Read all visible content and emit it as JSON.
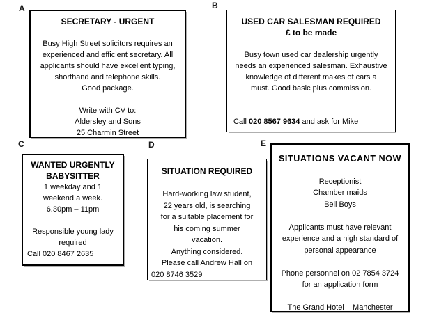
{
  "page": {
    "background": "#ffffff",
    "text_color": "#000000",
    "border_color": "#000000"
  },
  "ads": [
    {
      "label": "A",
      "title_lines": [
        "SECRETARY - URGENT"
      ],
      "lines": [
        {
          "segments": []
        },
        {
          "segments": [
            {
              "t": "Busy High Street solicitors requires an"
            }
          ]
        },
        {
          "segments": [
            {
              "t": "experienced and efficient secretary. All"
            }
          ]
        },
        {
          "segments": [
            {
              "t": "applicants should have excellent typing,"
            }
          ]
        },
        {
          "segments": [
            {
              "t": "shorthand and telephone skills."
            }
          ]
        },
        {
          "segments": [
            {
              "t": "Good package."
            }
          ]
        },
        {
          "segments": []
        },
        {
          "segments": [
            {
              "t": "Write with CV to:"
            }
          ]
        },
        {
          "segments": [
            {
              "t": "Aldersley and Sons"
            }
          ]
        },
        {
          "segments": [
            {
              "t": "25 Charmin Street"
            }
          ]
        }
      ]
    },
    {
      "label": "B",
      "title_lines": [
        "USED CAR SALESMAN REQUIRED",
        "£ to be made"
      ],
      "lines": [
        {
          "segments": []
        },
        {
          "segments": [
            {
              "t": "Busy town used car dealership urgently"
            }
          ]
        },
        {
          "segments": [
            {
              "t": "needs an experienced salesman. Exhaustive"
            }
          ]
        },
        {
          "segments": [
            {
              "t": "knowledge of different makes of cars a"
            }
          ]
        },
        {
          "segments": [
            {
              "t": "must. Good basic plus commission."
            }
          ]
        },
        {
          "segments": []
        },
        {
          "segments": []
        },
        {
          "align": "left",
          "segments": [
            {
              "t": "Call "
            },
            {
              "t": "020 8567 9634",
              "b": true
            },
            {
              "t": " and ask for Mike"
            }
          ]
        }
      ]
    },
    {
      "label": "C",
      "title_lines": [
        "WANTED URGENTLY",
        "BABYSITTER"
      ],
      "lines": [
        {
          "segments": [
            {
              "t": "1 weekday and 1"
            }
          ]
        },
        {
          "segments": [
            {
              "t": "weekend a week."
            }
          ]
        },
        {
          "segments": [
            {
              "t": "6.30pm – 11pm"
            }
          ]
        },
        {
          "segments": []
        },
        {
          "segments": [
            {
              "t": "Responsible young lady"
            }
          ]
        },
        {
          "segments": [
            {
              "t": "required"
            }
          ]
        },
        {
          "align": "left",
          "segments": [
            {
              "t": "Call 020 8467 2635"
            }
          ]
        }
      ]
    },
    {
      "label": "D",
      "title_lines": [
        "SITUATION REQUIRED"
      ],
      "lines": [
        {
          "segments": []
        },
        {
          "segments": [
            {
              "t": "Hard-working law student,"
            }
          ]
        },
        {
          "segments": [
            {
              "t": "22 years old, is searching"
            }
          ]
        },
        {
          "segments": [
            {
              "t": "for a suitable placement for"
            }
          ]
        },
        {
          "segments": [
            {
              "t": "his coming summer"
            }
          ]
        },
        {
          "segments": [
            {
              "t": "vacation."
            }
          ]
        },
        {
          "segments": [
            {
              "t": "Anything considered."
            }
          ]
        },
        {
          "segments": [
            {
              "t": "Please call Andrew Hall on"
            }
          ]
        },
        {
          "align": "left",
          "segments": [
            {
              "t": "020 8746 3529"
            }
          ]
        }
      ]
    },
    {
      "label": "E",
      "title_lines": [
        "SITUATIONS VACANT NOW"
      ],
      "lines": [
        {
          "segments": []
        },
        {
          "segments": [
            {
              "t": "Receptionist"
            }
          ]
        },
        {
          "segments": [
            {
              "t": "Chamber maids"
            }
          ]
        },
        {
          "segments": [
            {
              "t": "Bell Boys"
            }
          ]
        },
        {
          "segments": []
        },
        {
          "segments": [
            {
              "t": "Applicants must have relevant"
            }
          ]
        },
        {
          "segments": [
            {
              "t": "experience and a high standard of"
            }
          ]
        },
        {
          "segments": [
            {
              "t": "personal appearance"
            }
          ]
        },
        {
          "segments": []
        },
        {
          "segments": [
            {
              "t": "Phone personnel on 02 7854 3724"
            }
          ]
        },
        {
          "segments": [
            {
              "t": "for an application form"
            }
          ]
        },
        {
          "segments": []
        },
        {
          "segments": [
            {
              "t": "The Grand Hotel    Manchester"
            }
          ]
        }
      ]
    }
  ]
}
